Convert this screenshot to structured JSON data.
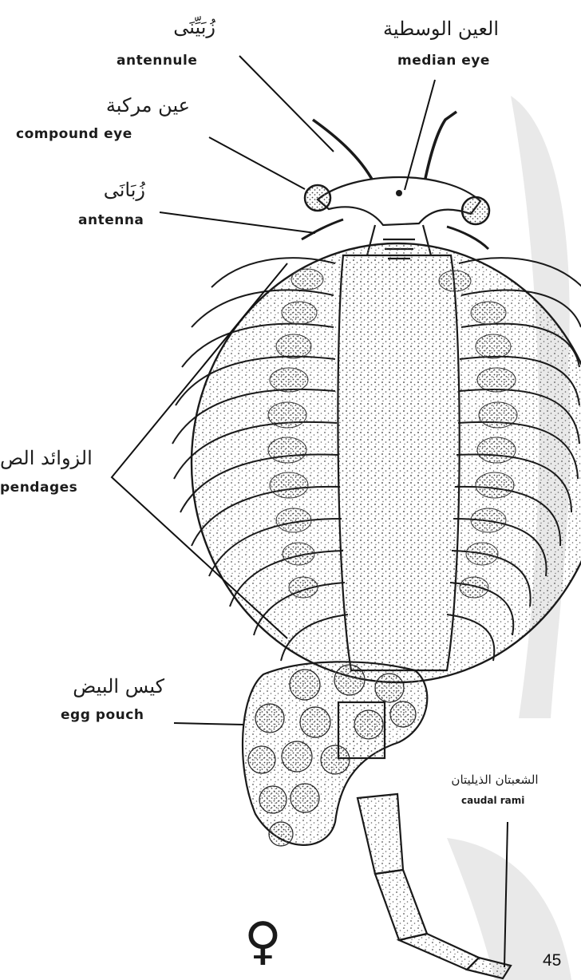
{
  "labels": {
    "antennule": {
      "ar": "زُبَيِّنَى",
      "en": "antennule"
    },
    "median_eye": {
      "ar": "العين الوسطية",
      "en": "median eye"
    },
    "compound_eye": {
      "ar": "عين مركبة",
      "en": "compound eye"
    },
    "antenna": {
      "ar": "زُبَانَى",
      "en": "antenna"
    },
    "appendages": {
      "ar": "الزوائد الص",
      "en": "pendages"
    },
    "egg_pouch": {
      "ar": "كيس البيض",
      "en": "egg pouch"
    },
    "caudal_rami": {
      "ar": "الشعبتان الذيليتان",
      "en": "caudal rami"
    }
  },
  "female_symbol": "♀",
  "page_number": "45"
}
